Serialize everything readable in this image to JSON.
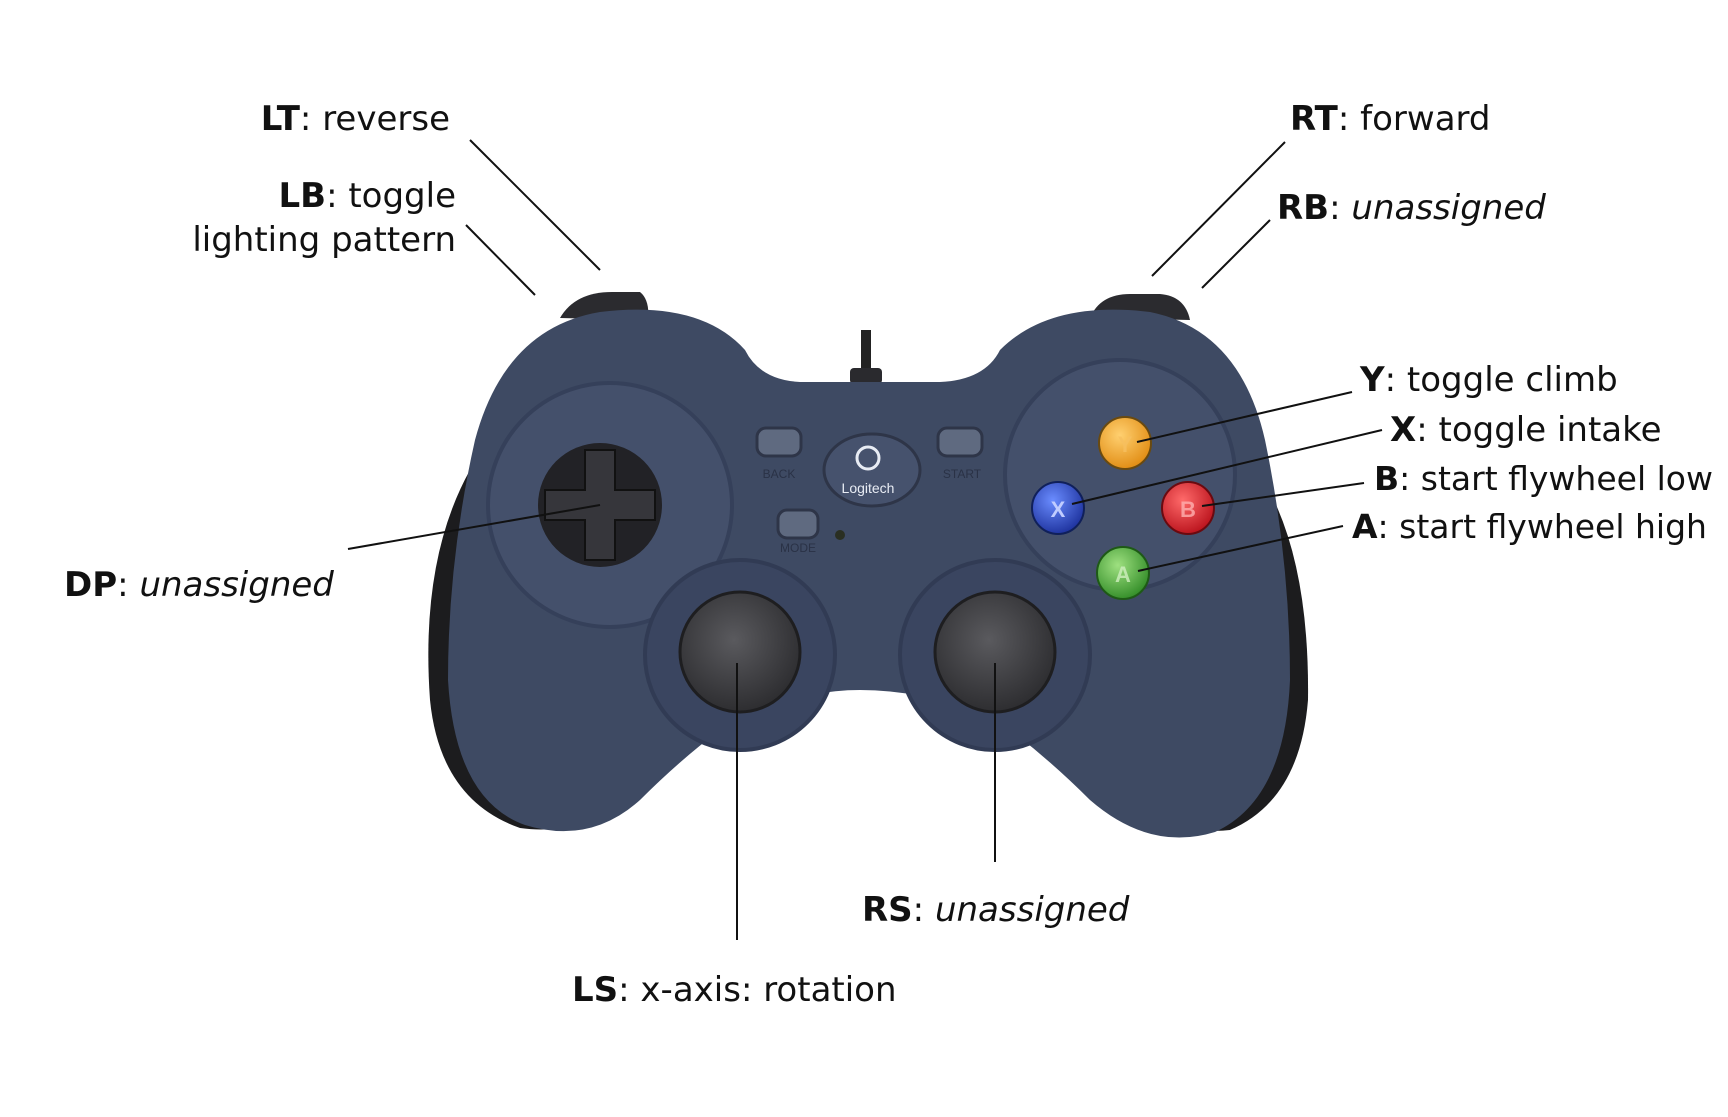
{
  "labels": {
    "lt": {
      "key": "LT",
      "sep": ":",
      "text": " reverse"
    },
    "lb": {
      "key": "LB",
      "sep": ":",
      "text": " toggle",
      "line2": "lighting pattern"
    },
    "rt": {
      "key": "RT",
      "sep": ":",
      "text": " forward"
    },
    "rb": {
      "key": "RB",
      "sep": ":",
      "text": "unassigned"
    },
    "y": {
      "key": "Y",
      "sep": ":",
      "text": " toggle climb"
    },
    "x": {
      "key": "X",
      "sep": ":",
      "text": " toggle intake"
    },
    "b": {
      "key": "B",
      "sep": ":",
      "text": " start flywheel low"
    },
    "a": {
      "key": "A",
      "sep": ":",
      "text": " start flywheel high"
    },
    "dp": {
      "key": "DP",
      "sep": ":",
      "text": "unassigned"
    },
    "rs": {
      "key": "RS",
      "sep": ":",
      "text": "unassigned"
    },
    "ls": {
      "key": "LS",
      "sep": ":",
      "text": " x-axis: rotation"
    }
  },
  "controller": {
    "brand": "Logitech",
    "back_label": "BACK",
    "start_label": "START",
    "mode_label": "MODE",
    "btn_y": "Y",
    "btn_x": "X",
    "btn_b": "B",
    "btn_a": "A"
  },
  "colors": {
    "body": "#3e4a63",
    "grip": "#1c1c1e",
    "y_button": "#f0a020",
    "x_button": "#2a4bc8",
    "b_button": "#e0202a",
    "a_button": "#4aa83a"
  }
}
